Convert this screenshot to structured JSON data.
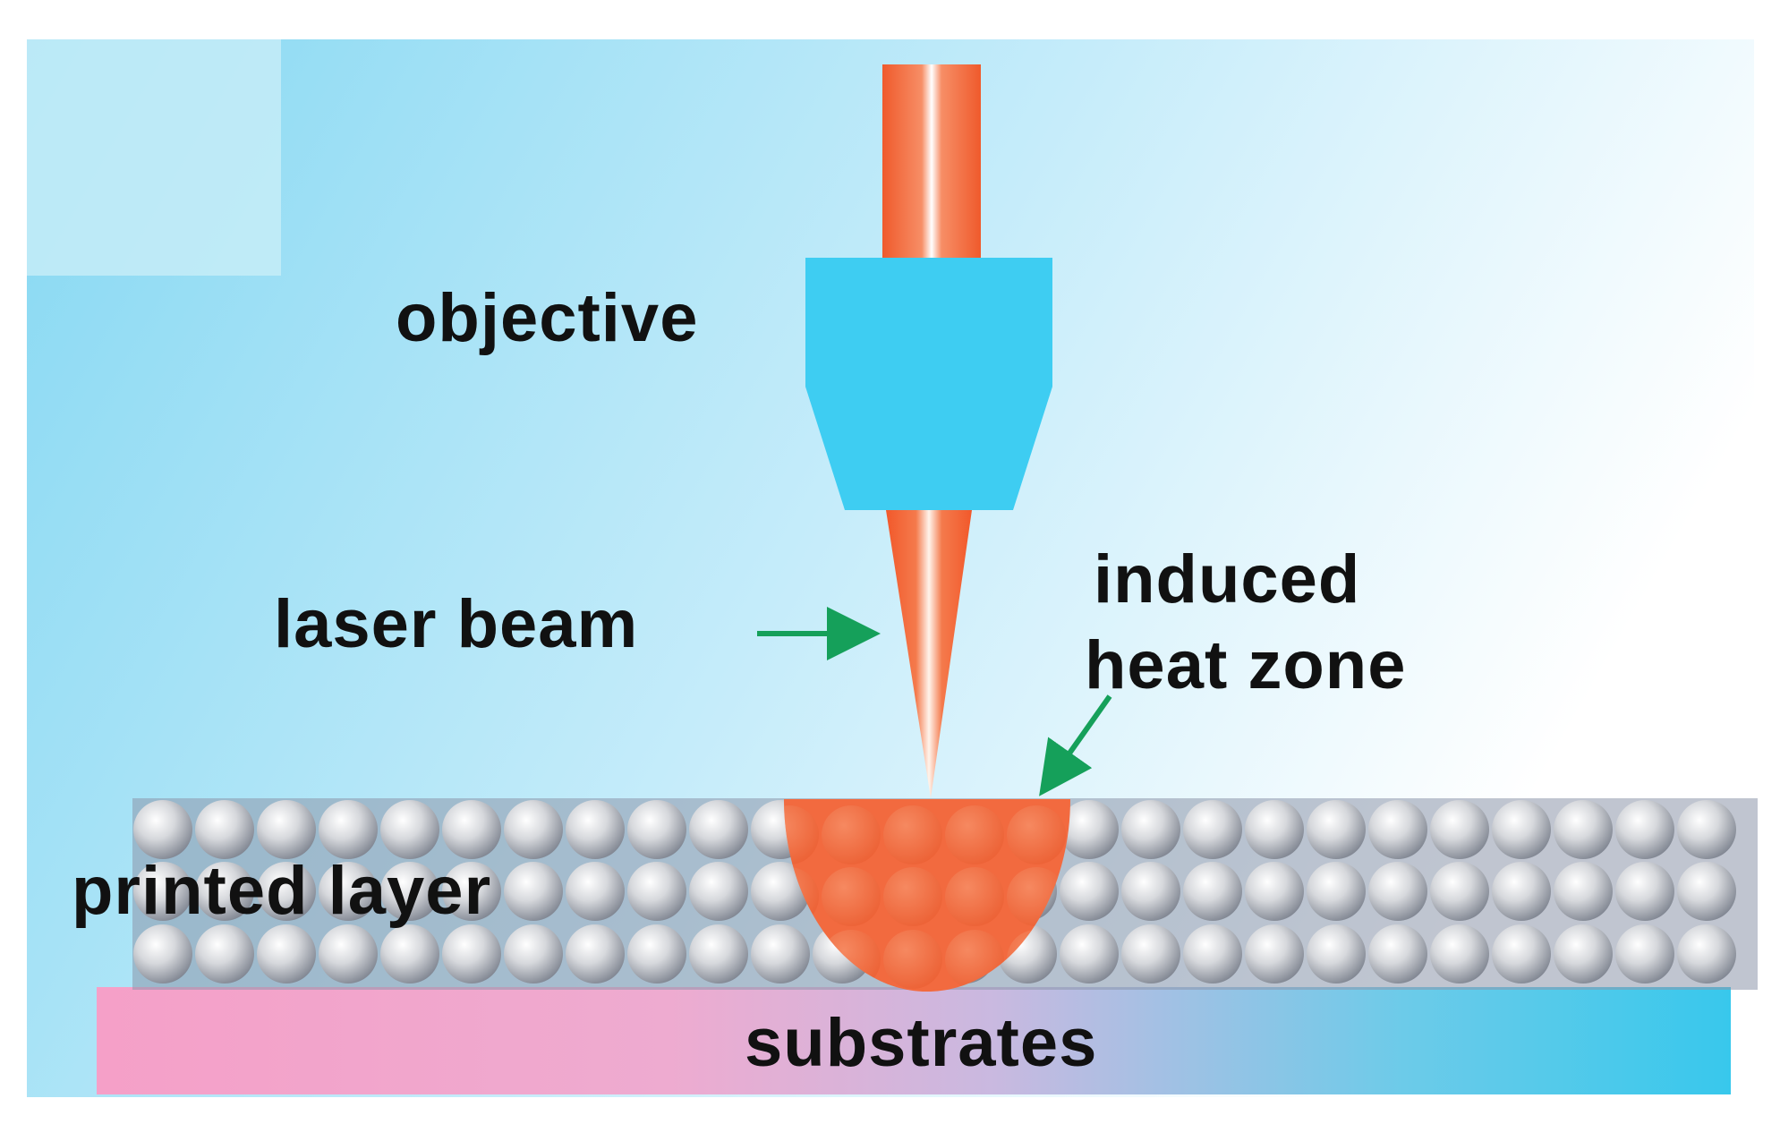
{
  "labels": {
    "objective": "objective",
    "laser_beam": "laser beam",
    "heat_zone_line1": "induced",
    "heat_zone_line2": "heat zone",
    "printed_layer": "printed layer",
    "substrates": "substrates"
  },
  "colors": {
    "objective": "#3ecdf2",
    "laser": "#f2643a",
    "heat_zone": "#f26a3f",
    "arrow": "#15a05a",
    "substrate_left": "#f5a0c8",
    "substrate_right": "#38c8ec",
    "particle": "#d2d4d8",
    "layer_bg": "#8c96aa"
  }
}
